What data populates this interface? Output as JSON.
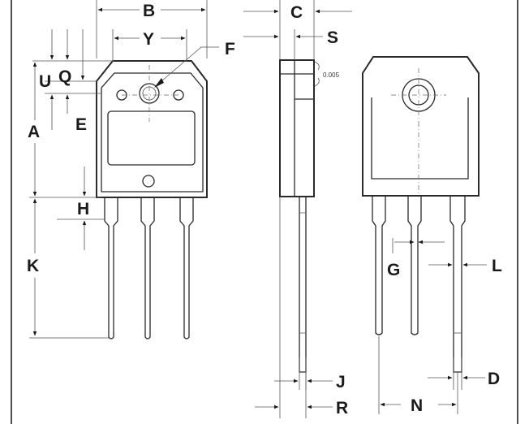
{
  "dimension_labels": {
    "A": "A",
    "B": "B",
    "C": "C",
    "D": "D",
    "E": "E",
    "F": "F",
    "G": "G",
    "H": "H",
    "J": "J",
    "K": "K",
    "L": "L",
    "N": "N",
    "Q": "Q",
    "R": "R",
    "S": "S",
    "U": "U",
    "Y": "Y"
  },
  "tolerance_note": "0.005",
  "colors": {
    "line": "#2a2a2a",
    "background": "#ffffff"
  }
}
